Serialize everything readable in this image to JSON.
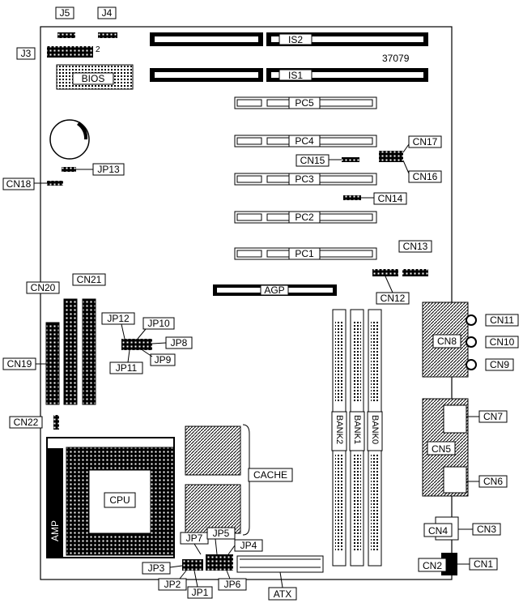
{
  "board_number": "37079",
  "pin_mark": "2",
  "slots": {
    "isa2": "IS2",
    "isa1": "IS1",
    "pci5": "PC5",
    "pci4": "PC4",
    "pci3": "PC3",
    "pci2": "PC2",
    "pci1": "PC1",
    "agp": "AGP"
  },
  "chips": {
    "bios": "BIOS",
    "cpu": "CPU",
    "cache": "CACHE",
    "amp": "AMP",
    "atx": "ATX"
  },
  "banks": {
    "bank2": "BANK2",
    "bank1": "BANK1",
    "bank0": "BANK0"
  },
  "connectors": {
    "j5": "J5",
    "j4": "J4",
    "j3": "J3",
    "jp13": "JP13",
    "cn18": "CN18",
    "cn15": "CN15",
    "cn17": "CN17",
    "cn16": "CN16",
    "cn14": "CN14",
    "cn13": "CN13",
    "cn12": "CN12",
    "cn20": "CN20",
    "cn21": "CN21",
    "jp12": "JP12",
    "jp10": "JP10",
    "jp8": "JP8",
    "jp11": "JP11",
    "jp9": "JP9",
    "cn19": "CN19",
    "cn11": "CN11",
    "cn8": "CN8",
    "cn10": "CN10",
    "cn9": "CN9",
    "cn22": "CN22",
    "cn7": "CN7",
    "cn5": "CN5",
    "cn6": "CN6",
    "cn4": "CN4",
    "cn3": "CN3",
    "cn2": "CN2",
    "cn1": "CN1",
    "jp7": "JP7",
    "jp5": "JP5",
    "jp4": "JP4",
    "jp3": "JP3",
    "jp2": "JP2",
    "jp1": "JP1",
    "jp6": "JP6"
  }
}
